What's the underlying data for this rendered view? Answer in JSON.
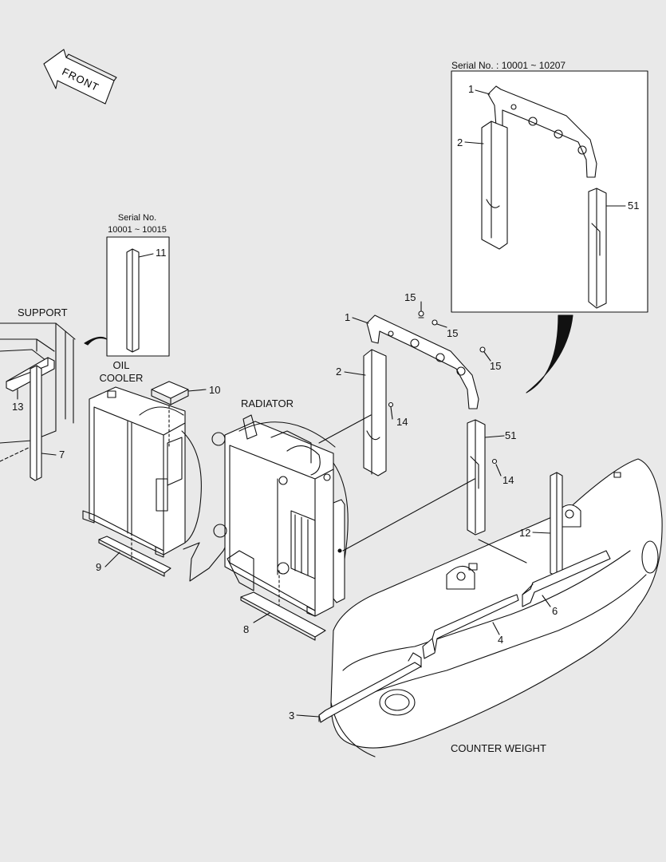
{
  "front_label": "FRONT",
  "inset_main": {
    "serial_text": "Serial No. : 10001 ~ 10207"
  },
  "inset_small": {
    "serial_line1": "Serial No.",
    "serial_line2": "10001 ~ 10015"
  },
  "assemblies": {
    "support": "SUPPORT",
    "oil_cooler_line1": "OIL",
    "oil_cooler_line2": "COOLER",
    "radiator": "RADIATOR",
    "counter_weight": "COUNTER WEIGHT"
  },
  "callouts": {
    "inset_1": "1",
    "inset_2": "2",
    "inset_51": "51",
    "small_11": "11",
    "p1": "1",
    "p2": "2",
    "p3": "3",
    "p4": "4",
    "p6": "6",
    "p7": "7",
    "p8": "8",
    "p9": "9",
    "p10": "10",
    "p12": "12",
    "p13": "13",
    "p14a": "14",
    "p14b": "14",
    "p15a": "15",
    "p15b": "15",
    "p15c": "15",
    "p51": "51"
  },
  "colors": {
    "background": "#e9e9e9",
    "line": "#111111",
    "panel": "#ffffff"
  }
}
